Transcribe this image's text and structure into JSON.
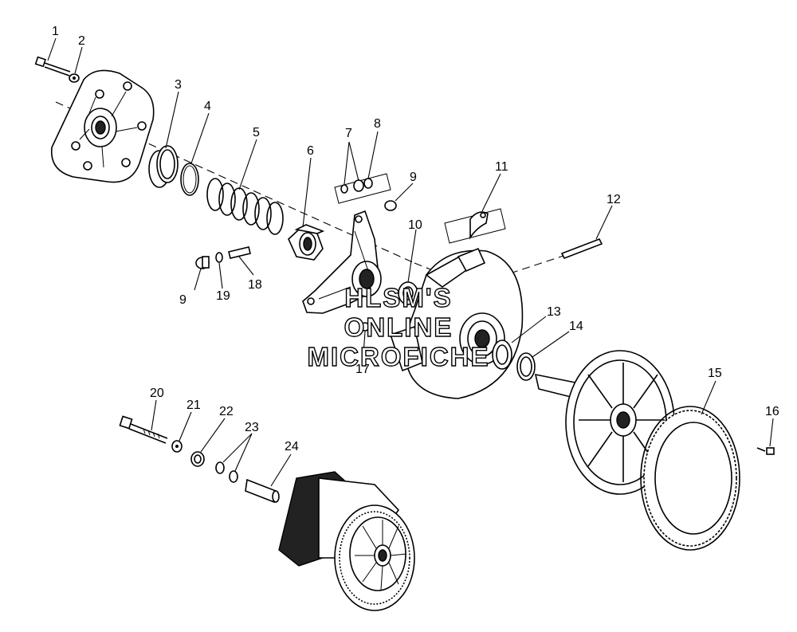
{
  "watermark": {
    "line1": "HLSM'S",
    "line2": "ONLINE",
    "line3": "MICROFICHE"
  },
  "callouts": [
    "1",
    "2",
    "3",
    "4",
    "5",
    "6",
    "7",
    "8",
    "9",
    "9",
    "10",
    "11",
    "12",
    "13",
    "14",
    "15",
    "16",
    "17",
    "18",
    "19",
    "20",
    "21",
    "22",
    "23",
    "24"
  ],
  "colors": {
    "ink": "#000000",
    "paper": "#ffffff"
  }
}
